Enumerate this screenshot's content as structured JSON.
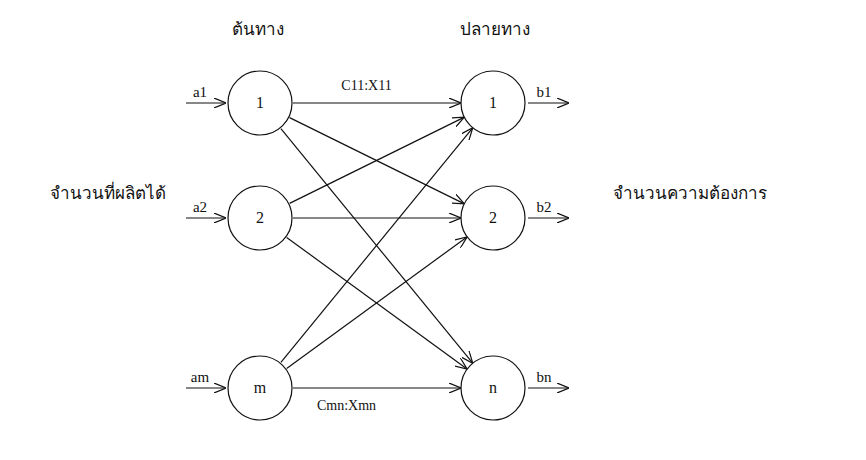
{
  "diagram": {
    "nodes": [
      {
        "text": [
          "1"
        ]
      },
      {
        "text": [
          "2"
        ]
      },
      {
        "text": [
          "m"
        ]
      },
      {
        "text": [
          "1"
        ]
      },
      {
        "text": [
          "2"
        ]
      },
      {
        "text": [
          "n"
        ]
      }
    ],
    "edges": [
      {
        "from": 0,
        "to": 3,
        "arrow": "to",
        "label": "C11:X11"
      },
      {
        "from": 0,
        "to": 4,
        "arrow": "to"
      },
      {
        "from": 0,
        "to": 5,
        "arrow": "to"
      },
      {
        "from": 1,
        "to": 3,
        "arrow": "to"
      },
      {
        "from": 1,
        "to": 4,
        "arrow": "to"
      },
      {
        "from": 1,
        "to": 5,
        "arrow": "to"
      },
      {
        "from": 2,
        "to": 3,
        "arrow": "to"
      },
      {
        "from": 2,
        "to": 4,
        "arrow": "to"
      },
      {
        "from": 2,
        "to": 5,
        "arrow": "to",
        "label": "Cmn:Xmn"
      }
    ],
    "labels": [
      "ต้นทาง",
      "ปลายทาง",
      "จำนวนที่ผลิตได้",
      "จำนวนความต้องการ",
      "a1",
      "a2",
      "am",
      "b1",
      "b2",
      "bn"
    ]
  }
}
